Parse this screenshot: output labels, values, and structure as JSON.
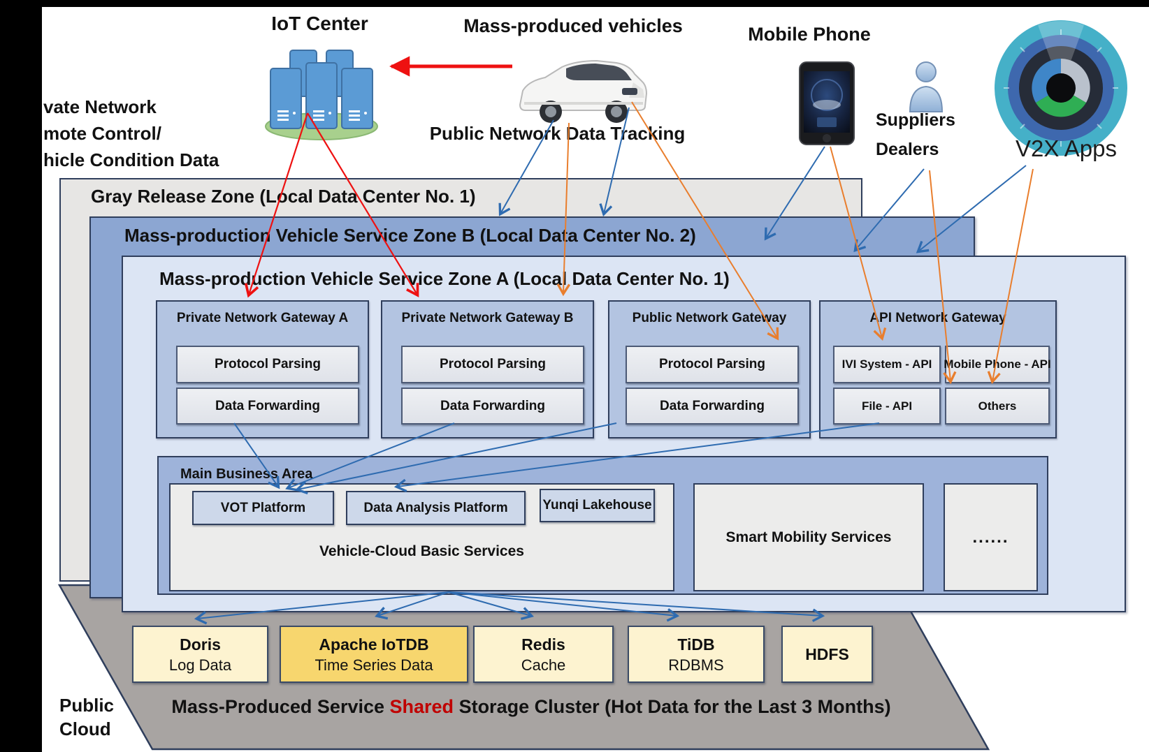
{
  "palette": {
    "arrow_blue": "#2e6bb0",
    "arrow_orange": "#e97e2d",
    "arrow_red": "#ee1111",
    "zone_b_fill": "#8ca6d2",
    "zone_a_fill": "#dce5f4",
    "gateway_fill": "#b3c4e1",
    "storage_cream": "#fdf3d0",
    "storage_gold": "#f7d66e",
    "cloud_gray": "#a8a4a2",
    "shared_red": "#c00000"
  },
  "external": {
    "iot_center_label": "IoT Center",
    "vehicles_label": "Mass-produced vehicles",
    "tracking_label": "Public Network Data Tracking",
    "mobile_phone_label": "Mobile Phone",
    "suppliers_line1": "Suppliers",
    "suppliers_line2": "Dealers",
    "v2x_label": "V2X Apps",
    "private_note_line1": "vate Network",
    "private_note_line2": "mote Control/",
    "private_note_line3": "hicle Condition Data"
  },
  "zones": {
    "gray": {
      "title": "Gray Release Zone (Local Data Center No. 1)"
    },
    "zone_b": {
      "title": "Mass-production Vehicle Service Zone B (Local Data Center No. 2)"
    },
    "zone_a": {
      "title": "Mass-production Vehicle Service Zone A (Local Data Center No. 1)"
    }
  },
  "gateways": [
    {
      "title": "Private Network Gateway A",
      "items": [
        "Protocol Parsing",
        "Data Forwarding"
      ]
    },
    {
      "title": "Private Network Gateway B",
      "items": [
        "Protocol Parsing",
        "Data Forwarding"
      ]
    },
    {
      "title": "Public Network Gateway",
      "items": [
        "Protocol Parsing",
        "Data Forwarding"
      ]
    },
    {
      "title": "API Network Gateway",
      "items": [
        "IVI System - API",
        "Mobile Phone - API",
        "File - API",
        "Others"
      ]
    }
  ],
  "main_business": {
    "title": "Main Business Area",
    "basic_services_label": "Vehicle-Cloud Basic Services",
    "platforms": [
      "VOT Platform",
      "Data Analysis Platform",
      "Yunqi Lakehouse"
    ],
    "smart_mobility_label": "Smart Mobility Services",
    "more_label": "......"
  },
  "storage": {
    "public_cloud_line1": "Public",
    "public_cloud_line2": "Cloud",
    "boxes": [
      {
        "name": "Doris",
        "sub": "Log Data"
      },
      {
        "name": "Apache IoTDB",
        "sub": "Time Series Data"
      },
      {
        "name": "Redis",
        "sub": "Cache"
      },
      {
        "name": "TiDB",
        "sub": "RDBMS"
      },
      {
        "name": "HDFS",
        "sub": ""
      }
    ],
    "cluster_prefix": "Mass-Produced Service ",
    "cluster_highlight": "Shared",
    "cluster_suffix": " Storage Cluster (Hot Data for the Last 3 Months)"
  }
}
